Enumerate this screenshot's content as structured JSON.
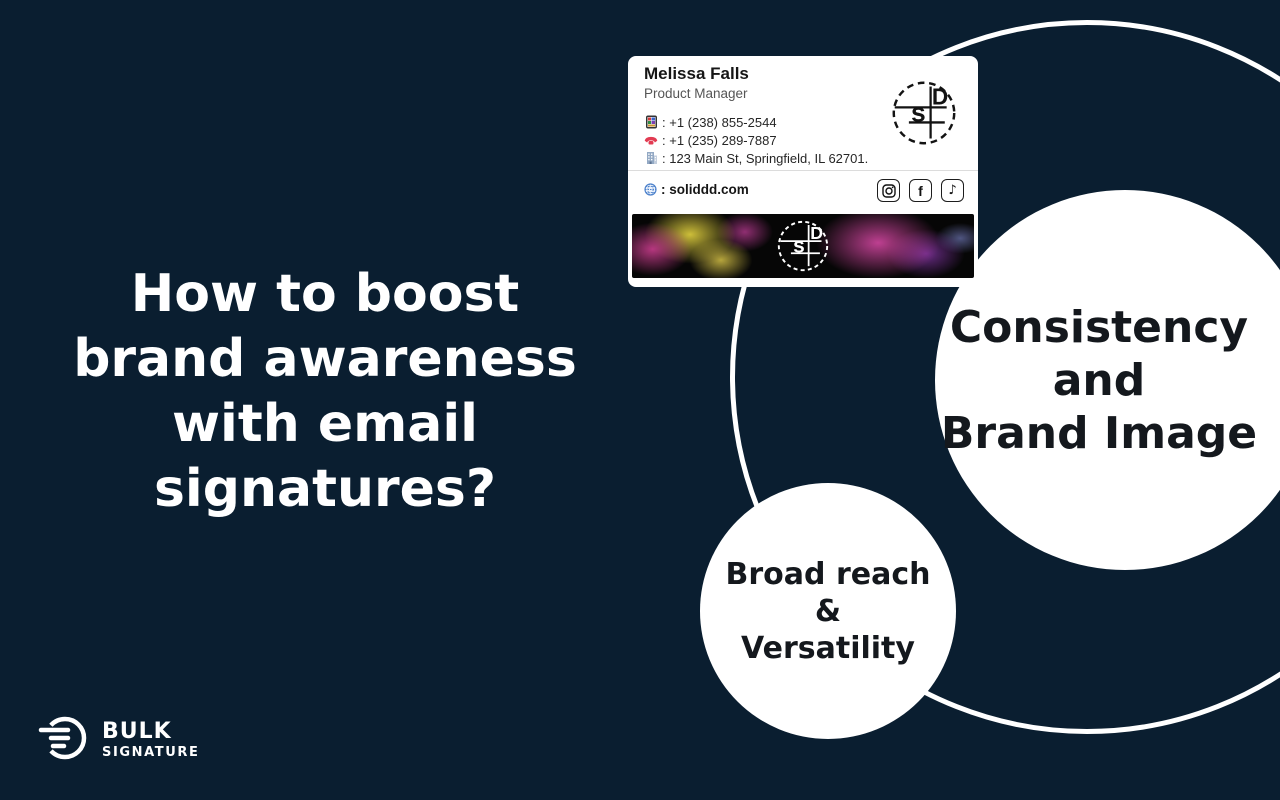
{
  "headline": {
    "lines": [
      "How to boost",
      "brand awareness",
      "with email",
      "signatures?"
    ]
  },
  "signature_card": {
    "name": "Melissa Falls",
    "job_title": "Product Manager",
    "contacts": [
      {
        "icon": "mobile-phone-icon",
        "text": ": +1 (238) 855-2544"
      },
      {
        "icon": "telephone-icon",
        "text": ": +1 (235) 289-7887"
      },
      {
        "icon": "building-icon",
        "text": ": 123 Main St, Springfield, IL 62701."
      }
    ],
    "website": {
      "icon": "globe-icon",
      "text": ": soliddd.com"
    },
    "social_icons": [
      "instagram",
      "facebook",
      "tiktok"
    ],
    "social_glyphs": {
      "facebook": "f",
      "tiktok": "♪"
    },
    "company_logo": {
      "letter_s": "s",
      "letter_d": "D"
    }
  },
  "bubbles": [
    {
      "name": "consistency-bubble",
      "lines": [
        "Consistency",
        "and",
        "Brand Image"
      ]
    },
    {
      "name": "broad-reach-bubble",
      "lines": [
        "Broad reach",
        "&",
        "Versatility"
      ]
    }
  ],
  "brand": {
    "title": "BULK",
    "subtitle": "SIGNATURE"
  },
  "colors": {
    "background_navy": "#0a1e30",
    "headline_text": "#ffffff",
    "bubble_fill": "#ffffff",
    "bubble_text": "#14181d",
    "ring_stroke": "#ffffff",
    "card_background": "#ffffff",
    "job_title_gray": "#555555",
    "telephone_icon_red": "#e23b52",
    "building_icon_blue": "#93a9c4",
    "globe_icon_blue": "#4f83cc",
    "banner_background": "#060606",
    "banner_magenta": "#d246a0",
    "banner_yellow": "#d8c83c",
    "banner_purple": "#963cbe"
  }
}
